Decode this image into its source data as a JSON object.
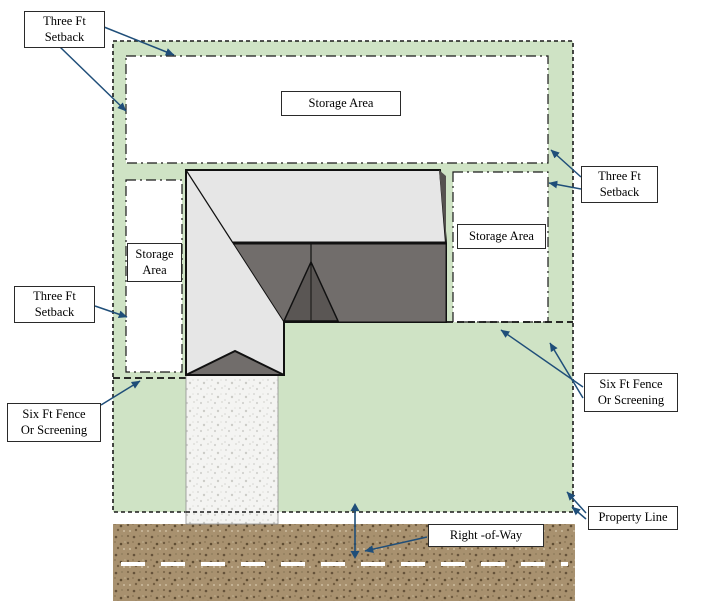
{
  "labels": {
    "setback_top_left": {
      "line1": "Three Ft",
      "line2": "Setback"
    },
    "setback_right": {
      "line1": "Three Ft",
      "line2": "Setback"
    },
    "setback_left": {
      "line1": "Three Ft",
      "line2": "Setback"
    },
    "fence_left": {
      "line1": "Six Ft Fence",
      "line2": "Or Screening"
    },
    "fence_right": {
      "line1": "Six Ft Fence",
      "line2": "Or Screening"
    },
    "property_line": "Property Line",
    "right_of_way": "Right -of-Way",
    "storage_area_top": "Storage Area",
    "storage_area_left": {
      "line1": "Storage",
      "line2": "Area"
    },
    "storage_area_right": "Storage Area"
  },
  "colors": {
    "lawn_green": "#cfe3c5",
    "arrow_blue": "#1f4e79",
    "roof_light": "#e6e6e6",
    "roof_dark": "#716d6b",
    "roof_gable": "#5a5654",
    "road_brown": "#a8916f",
    "boundary_black": "#1a1a1a"
  }
}
